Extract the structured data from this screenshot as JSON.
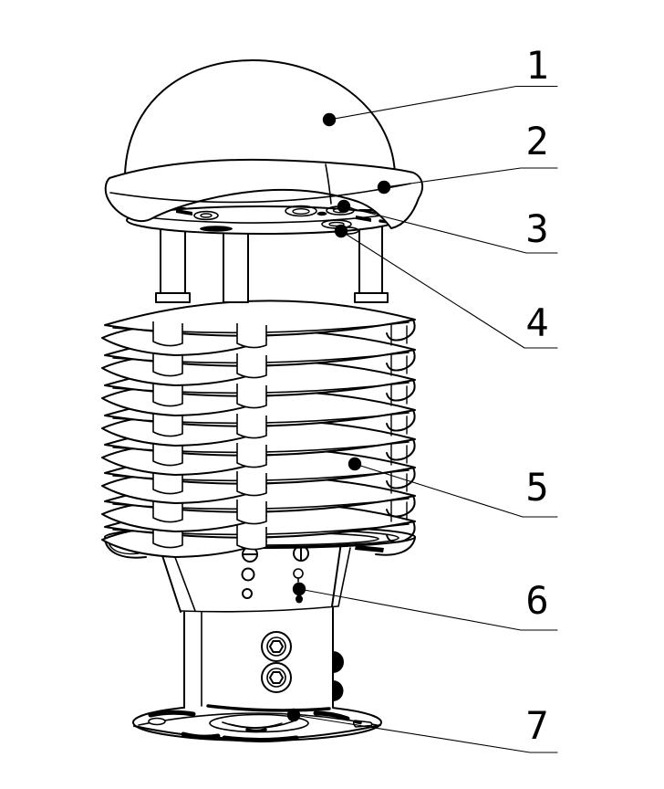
{
  "figure": {
    "background_color": "#ffffff",
    "line_color": "#000000",
    "callouts": [
      {
        "number": "1"
      },
      {
        "number": "2"
      },
      {
        "number": "3"
      },
      {
        "number": "4"
      },
      {
        "number": "5"
      },
      {
        "number": "6"
      },
      {
        "number": "7"
      }
    ]
  }
}
